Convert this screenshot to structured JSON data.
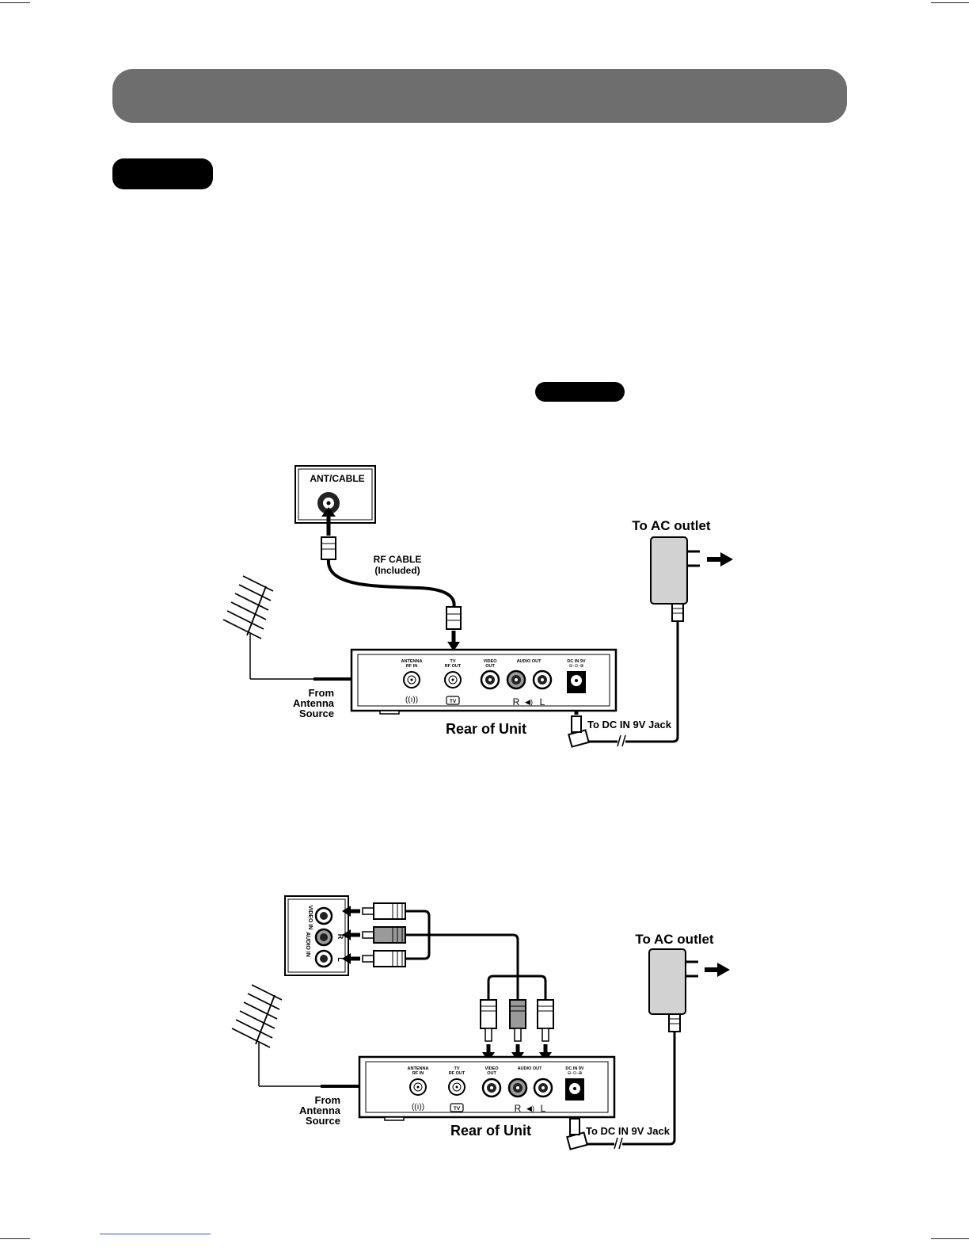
{
  "diagram1": {
    "wall_jack_label": "ANT/CABLE",
    "rf_cable_line1": "RF CABLE",
    "rf_cable_line2": "(Included)",
    "ac_outlet_label": "To AC outlet",
    "from_line1": "From",
    "from_line2": "Antenna",
    "from_line3": "Source",
    "rear_label": "Rear of Unit",
    "dc_jack_label": "To DC IN 9V Jack",
    "panel": {
      "antenna_line1": "ANTENNA",
      "antenna_line2": "RF IN",
      "tv_line1": "TV",
      "tv_line2": "RF OUT",
      "video_line1": "VIDEO",
      "video_line2": "OUT",
      "audio_label": "AUDIO OUT",
      "dc_label": "DC IN 9V",
      "tv_badge": "TV",
      "r_label": "R",
      "l_label": "L"
    }
  },
  "diagram2": {
    "ac_outlet_label": "To AC outlet",
    "from_line1": "From",
    "from_line2": "Antenna",
    "from_line3": "Source",
    "rear_label": "Rear of Unit",
    "dc_jack_label": "To DC IN 9V Jack",
    "tv_video_in": "VIDEO IN",
    "tv_audio_in": "AUDIO IN",
    "tv_r": "R",
    "tv_l": "L",
    "panel": {
      "antenna_line1": "ANTENNA",
      "antenna_line2": "RF IN",
      "tv_line1": "TV",
      "tv_line2": "RF OUT",
      "video_line1": "VIDEO",
      "video_line2": "OUT",
      "audio_label": "AUDIO OUT",
      "dc_label": "DC IN 9V",
      "tv_badge": "TV",
      "r_label": "R",
      "l_label": "L"
    }
  },
  "colors": {
    "header_bar": "#6e6e6e",
    "pill": "#000000",
    "adapter_gray": "#d2d2d2",
    "plug_gray": "#9a9a9a"
  }
}
